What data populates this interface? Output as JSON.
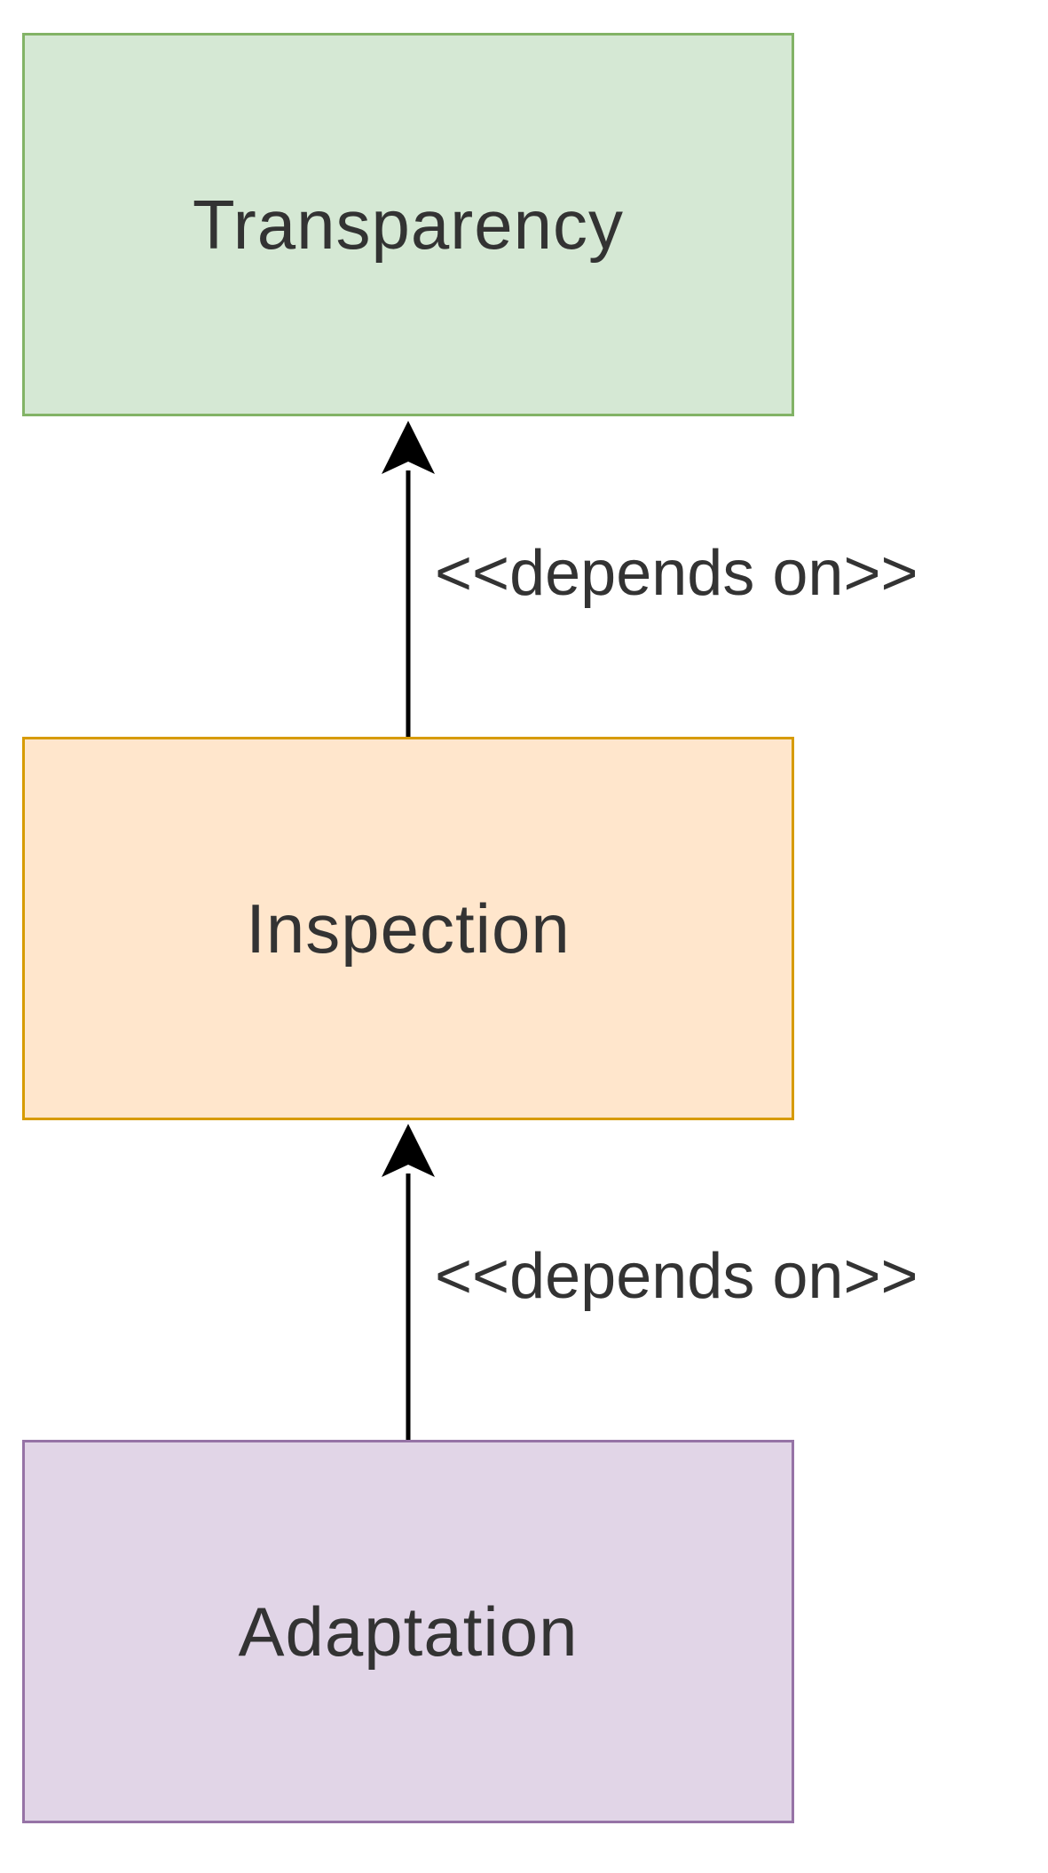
{
  "nodes": [
    {
      "id": "transparency",
      "label": "Transparency",
      "fill": "#d5e8d4",
      "stroke": "#82b366"
    },
    {
      "id": "inspection",
      "label": "Inspection",
      "fill": "#ffe6cc",
      "stroke": "#d79b00"
    },
    {
      "id": "adaptation",
      "label": "Adaptation",
      "fill": "#e1d5e7",
      "stroke": "#9673a6"
    }
  ],
  "edges": [
    {
      "from": "inspection",
      "to": "transparency",
      "label": "<<depends on>>"
    },
    {
      "from": "adaptation",
      "to": "inspection",
      "label": "<<depends on>>"
    }
  ],
  "colors": {
    "arrow": "#000000",
    "text": "#333333"
  }
}
